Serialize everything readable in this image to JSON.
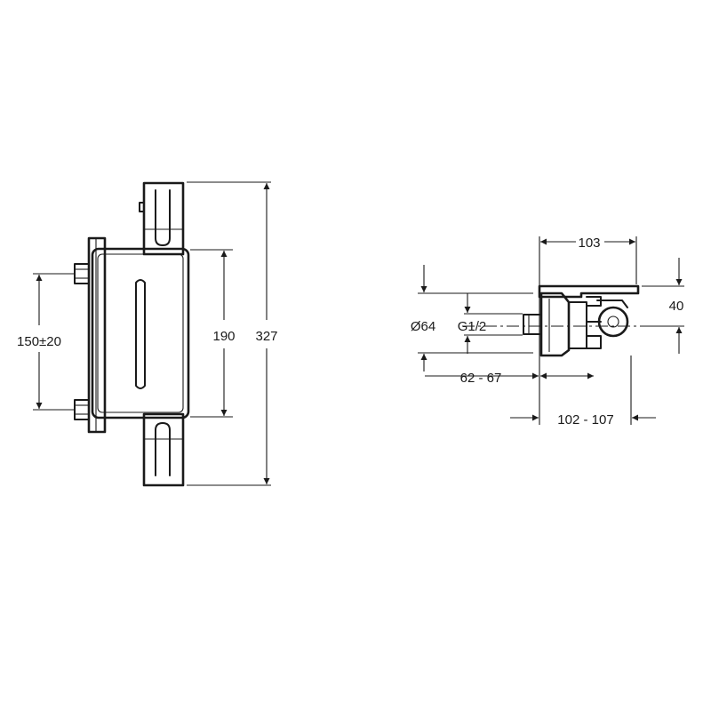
{
  "dimensions": {
    "front_total_height": "327",
    "front_body_height": "190",
    "front_inlet_spacing": "150±20",
    "side_width_top": "103",
    "side_height": "40",
    "side_diameter": "Ø64",
    "side_thread": "G1/2",
    "side_offset_small": "62 - 67",
    "side_offset_large": "102 - 107"
  }
}
